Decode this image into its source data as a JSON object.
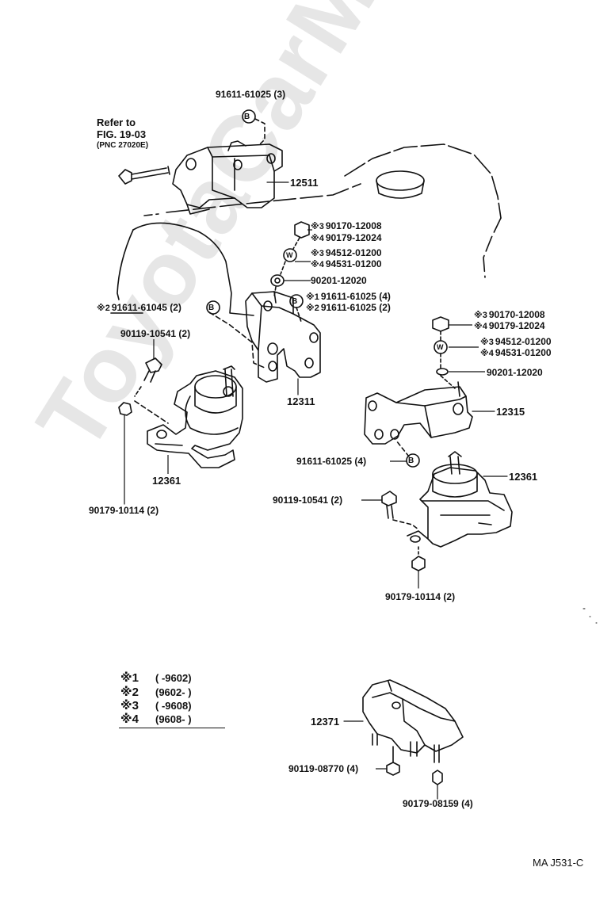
{
  "watermark": "ToyotaCarMine.ru",
  "refer": {
    "line1": "Refer  to",
    "line2": "FIG. 19-03",
    "line3": "(PNC  27020E)"
  },
  "labels": {
    "top_bolt": "91611-61025 (3)",
    "part_12511": "12511",
    "nut_l_3": "90170-12008",
    "nut_l_4": "90179-12024",
    "washer_l_3": "94512-01200",
    "washer_l_4": "94531-01200",
    "spacer_l": "90201-12020",
    "bolt_b_1": "91611-61025 (4)",
    "bolt_b_2": "91611-61025 (2)",
    "bolt_left_2": "91611-61045 (2)",
    "bolt_90119_l": "90119-10541 (2)",
    "part_12311": "12311",
    "nut_r_3": "90170-12008",
    "nut_r_4": "90179-12024",
    "washer_r_3": "94512-01200",
    "washer_r_4": "94531-01200",
    "spacer_r": "90201-12020",
    "part_12315": "12315",
    "bolt_under_12315": "91611-61025 (4)",
    "part_12361_r": "12361",
    "bolt_90119_r": "90119-10541 (2)",
    "part_12361_l": "12361",
    "nut_90179_l": "90179-10114 (2)",
    "nut_90179_r": "90179-10114 (2)",
    "part_12371": "12371",
    "bolt_90119_08770": "90119-08770 (4)",
    "nut_90179_08159": "90179-08159 (4)",
    "code": "MA  J531-C"
  },
  "marks": {
    "m1": "※1",
    "m2": "※2",
    "m3": "※3",
    "m4": "※4",
    "B": "B",
    "W": "W"
  },
  "legend": [
    {
      "key": "※1",
      "range": "(        -9602)"
    },
    {
      "key": "※2",
      "range": "(9602-        )"
    },
    {
      "key": "※3",
      "range": "(        -9608)"
    },
    {
      "key": "※4",
      "range": "(9608-        )"
    }
  ]
}
